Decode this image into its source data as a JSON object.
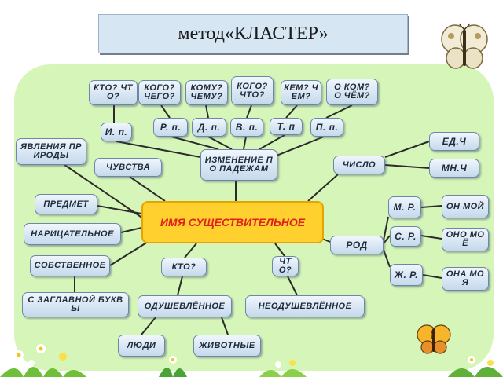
{
  "title": "метод«КЛАСТЕР»",
  "center": "ИМЯ СУЩЕСТВИТЕЛЬНОЕ",
  "colors": {
    "panel": "#d6f5b8",
    "node_fill": "#c5d9ec",
    "node_border": "#6c88a6",
    "center_fill": "#ffd02e",
    "center_text": "#e0201c",
    "line": "#2b2b2b"
  },
  "nodes": {
    "q_kto": "КТО? ЧТО?",
    "q_kogo": "КОГО? ЧЕГО?",
    "q_komu": "КОМУ? ЧЕМУ?",
    "q_kogo_chto": "КОГО? ЧТО?",
    "q_kem": "КЕМ? ЧЕМ?",
    "q_o_kom": "О КОМ? О ЧЁМ?",
    "case_i": "И. п.",
    "case_r": "Р. п.",
    "case_d": "Д. п.",
    "case_v": "В. п.",
    "case_t": "Т. п",
    "case_p": "П. п.",
    "yavleniya": "ЯВЛЕНИЯ ПРИРОДЫ",
    "izmenenie": "ИЗМЕНЕНИЕ ПО ПАДЕЖАМ",
    "chuvstva": "ЧУВСТВА",
    "chislo": "ЧИСЛО",
    "ed_ch": "ЕД.Ч",
    "mn_ch": "МН.Ч",
    "predmet": "ПРЕДМЕТ",
    "m_r": "М. Р.",
    "on_moy": "ОН МОЙ",
    "naritsatelnoe": "НАРИЦАТЕЛЬНОЕ",
    "rod": "РОД",
    "s_r": "С. Р.",
    "ono_moyo": "ОНО МОЁ",
    "sobstvennoe": "СОБСТВЕННОЕ",
    "kto": "КТО?",
    "chto": "ЧТО?",
    "zh_r": "Ж. Р.",
    "ona_moya": "ОНА МОЯ",
    "s_zaglavnoy": "С ЗАГЛАВНОЙ БУКВЫ",
    "odushevlennoe": "ОДУШЕВЛЁННОЕ",
    "neodushevlennoe": "НЕОДУШЕВЛЁННОЕ",
    "lyudi": "ЛЮДИ",
    "zhivotnye": "ЖИВОТНЫЕ"
  }
}
